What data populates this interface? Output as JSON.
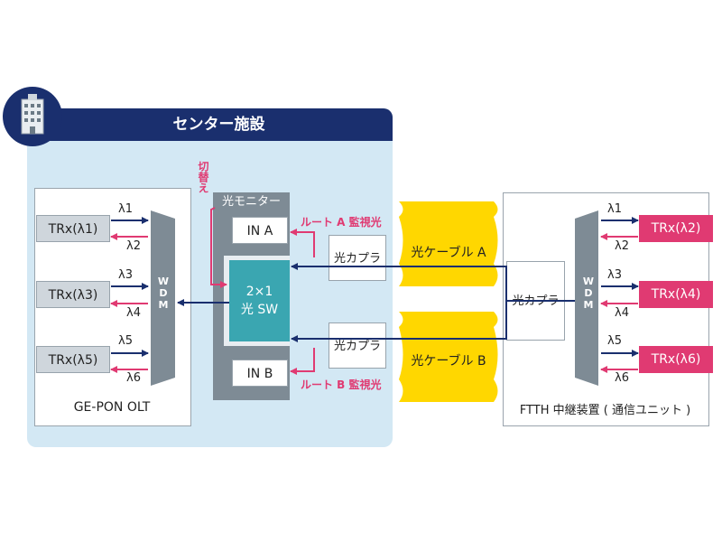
{
  "header": {
    "title": "センター施設"
  },
  "olt": {
    "label": "GE-PON OLT",
    "trx": [
      "TRx(λ1)",
      "TRx(λ3)",
      "TRx(λ5)"
    ],
    "wdm": "WDM",
    "wavelengths": [
      "λ1",
      "λ2",
      "λ3",
      "λ4",
      "λ5",
      "λ6"
    ]
  },
  "monitor": {
    "label": "光モニター",
    "in_a": "IN A",
    "in_b": "IN B",
    "switch_line1": "2×1",
    "switch_line2": "光 SW",
    "switch_note": "切替え"
  },
  "couplers": {
    "a": "光カプラ",
    "b": "光カプラ",
    "ftth": "光カプラ"
  },
  "routes": {
    "a": "ルート A 監視光",
    "b": "ルート B 監視光"
  },
  "cables": {
    "a": "光ケーブル A",
    "b": "光ケーブル B"
  },
  "ftth": {
    "label": "FTTH 中継装置 ( 通信ユニット )",
    "trx": [
      "TRx(λ2)",
      "TRx(λ4)",
      "TRx(λ6)"
    ],
    "wdm": "WDM",
    "wavelengths": [
      "λ1",
      "λ2",
      "λ3",
      "λ4",
      "λ5",
      "λ6"
    ]
  },
  "colors": {
    "navy": "#1a2f6e",
    "pink": "#e03a72",
    "teal": "#3aa6b1",
    "cable": "#ffd700",
    "panel": "#d3e8f4"
  }
}
